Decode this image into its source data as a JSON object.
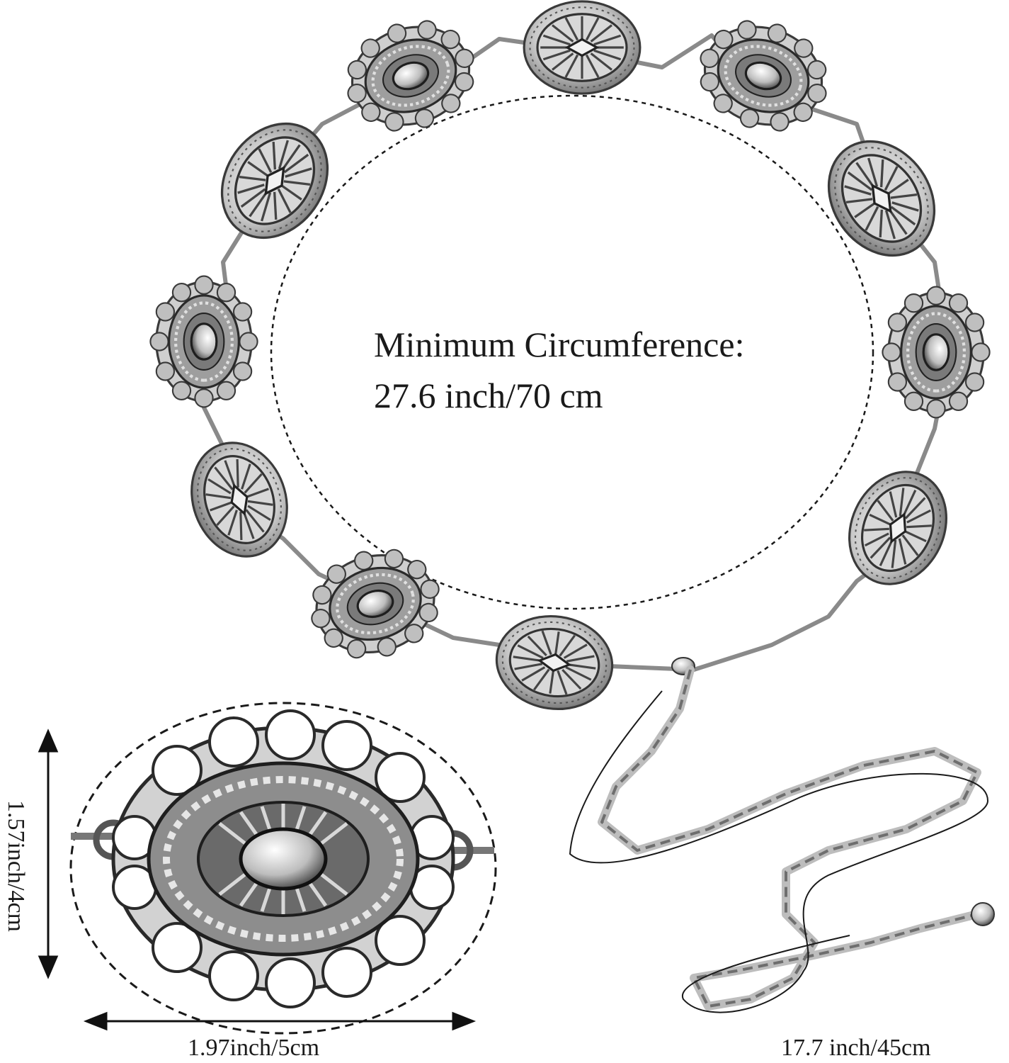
{
  "circumference": {
    "line1": "Minimum Circumference:",
    "line2": "27.6 inch/70 cm"
  },
  "dimensions": {
    "height": "1.57inch/4cm",
    "width": "1.97inch/5cm",
    "chain_length": "17.7 inch/45cm"
  },
  "colors": {
    "background": "#ffffff",
    "silver_light": "#e9e9e9",
    "silver_mid": "#b8b8b8",
    "silver_dark": "#4a4a4a",
    "outline": "#1a1a1a"
  }
}
